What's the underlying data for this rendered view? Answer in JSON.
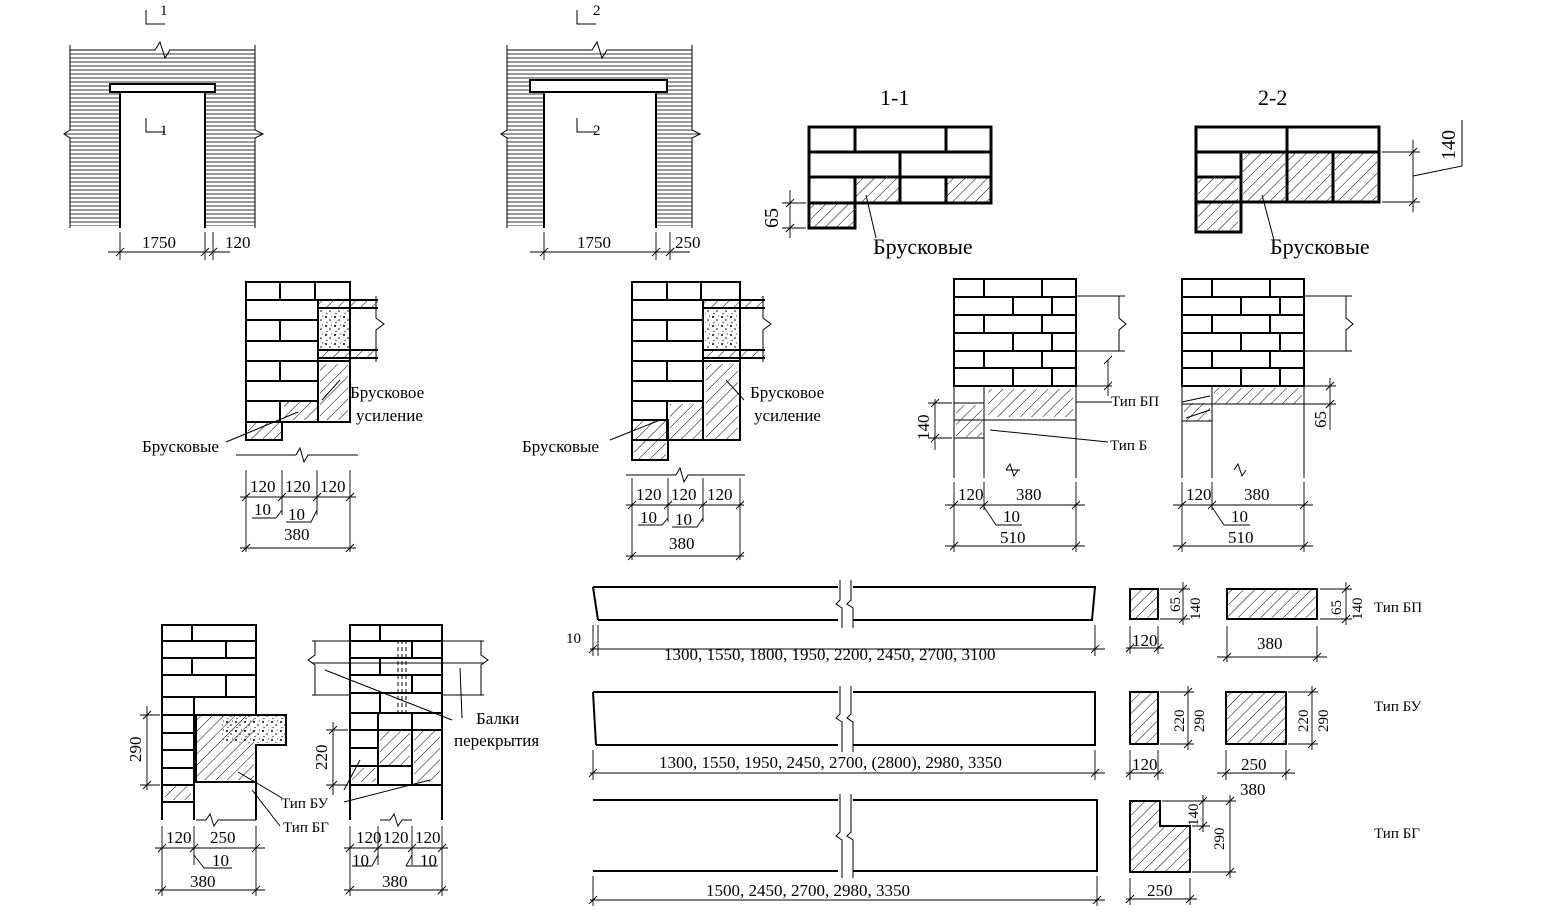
{
  "sec_marks": [
    "1",
    "1",
    "2",
    "2"
  ],
  "elev1": {
    "dims": [
      "1750",
      "120"
    ]
  },
  "elev2": {
    "dims": [
      "1750",
      "250"
    ]
  },
  "sect11": {
    "title": "1-1",
    "dim": "65",
    "label": "Брусковые"
  },
  "sect22": {
    "title": "2-2",
    "dim": "140",
    "label": "Брусковые"
  },
  "d1": {
    "label_a": "Брусковое",
    "label_b": "усиление",
    "label_c": "Брусковые",
    "dims": [
      "120",
      "120",
      "120",
      "10",
      "10",
      "380"
    ]
  },
  "d2": {
    "label_a": "Брусковое",
    "label_b": "усиление",
    "label_c": "Брусковые",
    "dims": [
      "120",
      "120",
      "120",
      "10",
      "10",
      "380"
    ]
  },
  "d3": {
    "dims": [
      "140",
      "120",
      "380",
      "10",
      "510"
    ],
    "bp": "Тип БП",
    "b": "Тип Б"
  },
  "d4": {
    "dims": [
      "65",
      "120",
      "380",
      "10",
      "510"
    ]
  },
  "d5": {
    "dims": [
      "290",
      "120",
      "250",
      "10",
      "380"
    ],
    "bu": "Тип БУ",
    "bg": "Тип БГ"
  },
  "d6": {
    "dims": [
      "220",
      "120",
      "120",
      "120",
      "10",
      "10",
      "380"
    ],
    "beams_a": "Балки",
    "beams_b": "перекрытия"
  },
  "lintels": {
    "row1": {
      "ten": "10",
      "lengths": "1300, 1550, 1800, 1950, 2200, 2450, 2700, 3100",
      "s_w": "120",
      "s_h1": "65",
      "s_h2": "140",
      "w_w": "380",
      "w_h1": "65",
      "w_h2": "140",
      "type": "Тип БП"
    },
    "row2": {
      "lengths": "1300, 1550, 1950, 2450, 2700, (2800), 2980, 3350",
      "s_w": "120",
      "s_h1": "220",
      "s_h2": "290",
      "w_w": "250",
      "w_w2": "380",
      "w_h1": "220",
      "w_h2": "290",
      "type": "Тип БУ"
    },
    "row3": {
      "lengths": "1500, 2450, 2700, 2980, 3350",
      "s_w": "250",
      "s_h1": "140",
      "s_h2": "290",
      "type": "Тип БГ"
    }
  }
}
